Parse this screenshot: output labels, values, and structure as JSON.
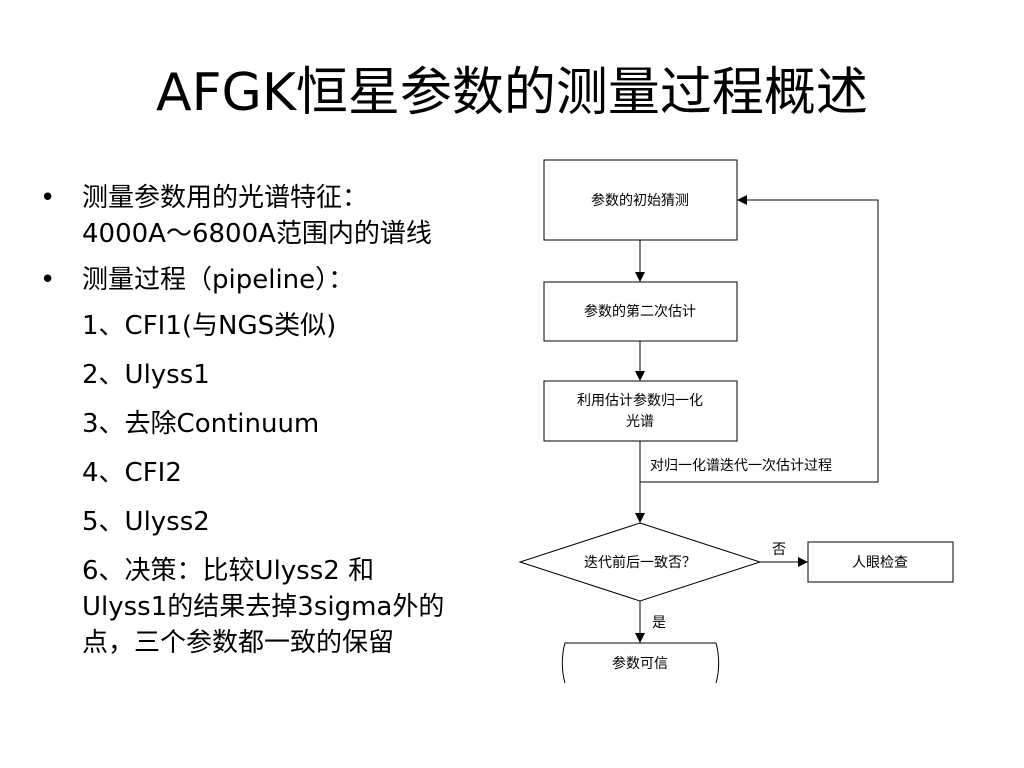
{
  "title": "AFGK恒星参数的测量过程概述",
  "bullets": [
    {
      "marker": "•",
      "lines": [
        "测量参数用的光谱特征：",
        "4000A～6800A范围内的谱线"
      ]
    },
    {
      "marker": "•",
      "lines": [
        "测量过程（pipeline）："
      ]
    }
  ],
  "steps": [
    [
      "1、CFI1(与NGS类似)"
    ],
    [
      "2、Ulyss1"
    ],
    [
      "3、去除Continuum"
    ],
    [
      "4、CFI2"
    ],
    [
      "5、Ulyss2"
    ],
    [
      "6、决策：比较Ulyss2 和",
      "Ulyss1的结果去掉3sigma外的",
      "点，三个参数都一致的保留"
    ]
  ],
  "flowchart": {
    "initial_guess": "参数的初始猜测",
    "second_estimate": "参数的第二次估计",
    "normalize_line1": "利用估计参数归一化",
    "normalize_line2": "光谱",
    "loop_label": "对归一化谱迭代一次估计过程",
    "decision": "迭代前后一致否？",
    "no_label": "否",
    "visual_check": "人眼检查",
    "yes_label": "是",
    "reliable": "参数可信"
  }
}
